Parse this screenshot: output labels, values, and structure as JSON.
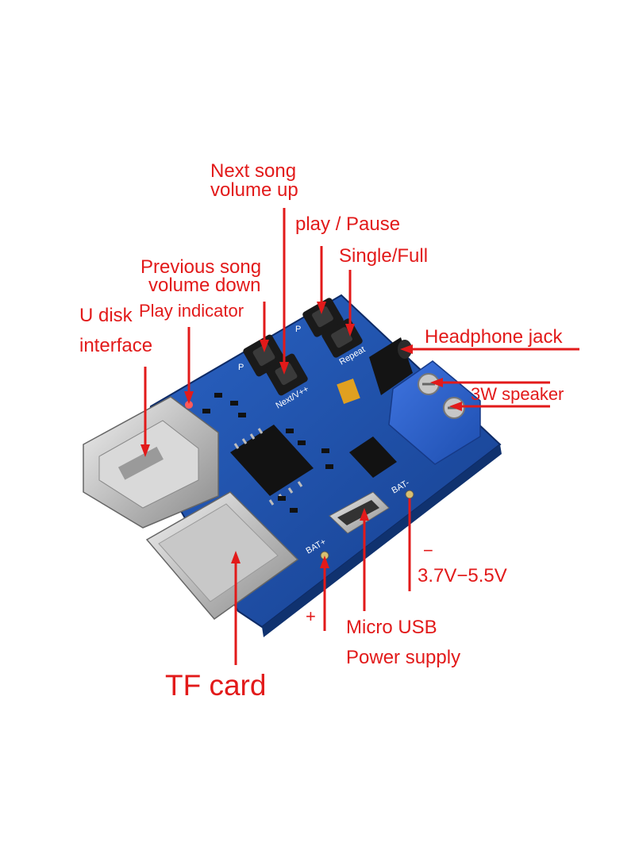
{
  "labels": {
    "next_song": "Next song",
    "volume_up": "volume up",
    "play_pause": "play / Pause",
    "single_full": "Single/Full",
    "previous_song": "Previous song",
    "volume_down": "volume down",
    "play_indicator": "Play indicator",
    "u_disk": "U disk",
    "interface": "interface",
    "headphone_jack": "Headphone jack",
    "speaker": "3W speaker",
    "minus": "−",
    "voltage": "3.7V−5.5V",
    "plus": "+",
    "micro_usb": "Micro USB",
    "power_supply": "Power supply",
    "tf_card": "TF card"
  },
  "silkscreen": {
    "next_vol": "Next/V++",
    "repeat": "Repeat",
    "bat_plus": "BAT+",
    "bat_minus": "BAT-",
    "p_left": "P",
    "p_top": "P"
  },
  "colors": {
    "annotation": "#e21a1a",
    "pcb": "#1d4fa6",
    "terminal": "#2d5fd0"
  }
}
